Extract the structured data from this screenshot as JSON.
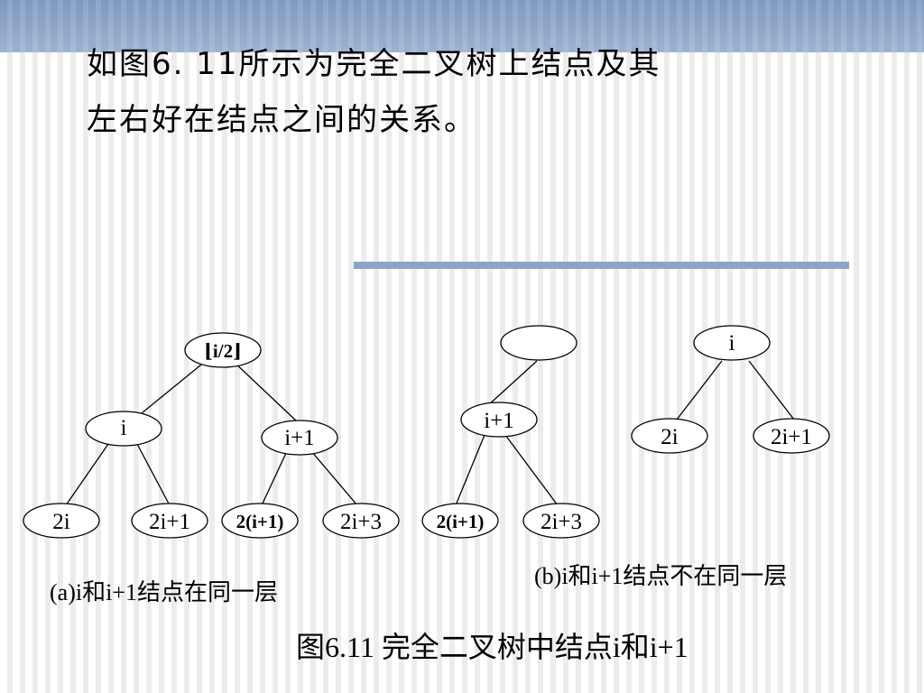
{
  "intro": {
    "line1": "如图6. 11所示为完全二叉树上结点及其",
    "line2": "左右好在结点之间的关系。"
  },
  "diagram_a": {
    "parent": "⌊i/2⌋",
    "left": "i",
    "right": "i+1",
    "left_left": "2i",
    "left_right": "2i+1",
    "right_left": "2(i+1)",
    "right_right": "2i+3",
    "caption": "(a)i和i+1结点在同一层"
  },
  "diagram_b": {
    "parent": "",
    "node": "i+1",
    "node_left": "2(i+1)",
    "node_right": "2i+3",
    "other": "i",
    "other_left": "2i",
    "other_right": "2i+1",
    "caption": "(b)i和i+1结点不在同一层"
  },
  "figure_title": "图6.11 完全二叉树中结点i和i+1",
  "colors": {
    "header_bar": "#8ea6c9",
    "accent_rule": "#8aa5c8",
    "stripe": "#ececec",
    "node_fill": "#ffffff",
    "line": "#000000"
  }
}
